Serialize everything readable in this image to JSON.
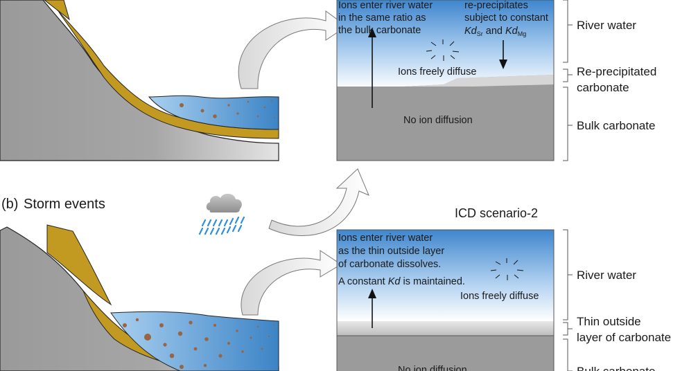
{
  "panel_b": {
    "title_letter": "(b)",
    "title": "Storm events"
  },
  "scenario1": {
    "top_left_text": [
      "Ions enter river water",
      "in the same ratio as",
      "the bulk carbonate"
    ],
    "top_right_text": [
      "re-precipitates",
      "subject to constant"
    ],
    "kd_text": {
      "kd1": "Kd",
      "sub1": "Sr",
      "and": "and",
      "kd2": "Kd",
      "sub2": "Mg"
    },
    "diffuse_label": "Ions freely diffuse",
    "bulk_label": "No ion diffusion",
    "side_labels": {
      "river": "River water",
      "reprecip_1": "Re-precipitated",
      "reprecip_2": "carbonate",
      "bulk": "Bulk carbonate"
    }
  },
  "scenario2": {
    "heading": "ICD scenario-2",
    "text": [
      "Ions enter river water",
      "as the thin outside layer",
      "of carbonate dissolves."
    ],
    "kd_line": {
      "pre": "A constant",
      "kd": "Kd",
      "post": "is maintained."
    },
    "diffuse_label": "Ions freely diffuse",
    "bulk_label": "No ion diffusion",
    "side_labels": {
      "river": "River water",
      "thin_1": "Thin outside",
      "thin_2": "layer of carbonate",
      "bulk": "Bulk carbonate"
    }
  },
  "colors": {
    "sediment": "#C29A22",
    "water_dark": "#3D84C6",
    "water_light": "#A9D0F0",
    "particles": "#9A6440",
    "rock": "#9A9A9A",
    "bulk": "#9B9B9B"
  },
  "icons": [
    "rain-cloud-icon",
    "curved-arrow-icon",
    "double-arrow-icon"
  ]
}
